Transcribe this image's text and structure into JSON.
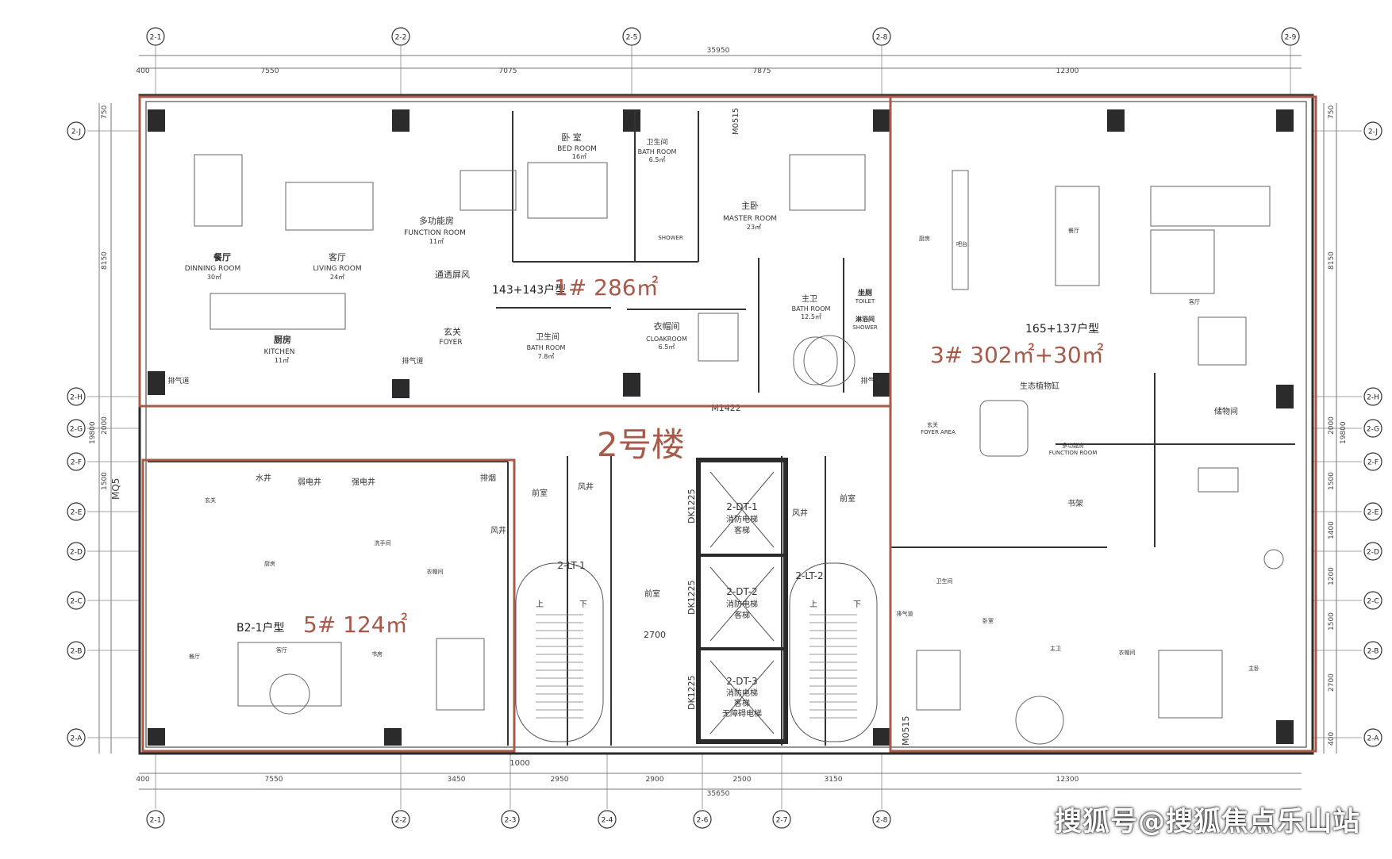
{
  "colors": {
    "unit_outline": "#a85a4a",
    "unit_label": "#a85a4a",
    "wall": "#2b2b2b",
    "line": "#555555",
    "dim": "#777777"
  },
  "grid_top": [
    "2-1",
    "2-2",
    "2-5",
    "2-8",
    "2-9"
  ],
  "grid_bottom": [
    "2-1",
    "2-2",
    "2-3",
    "2-4",
    "2-6",
    "2-7",
    "2-8"
  ],
  "grid_side": [
    "2-J",
    "2-H",
    "2-G",
    "2-F",
    "2-E",
    "2-D",
    "2-C",
    "2-B",
    "2-A"
  ],
  "dims_top": {
    "total": "35950",
    "segments": [
      "400",
      "7550",
      "7075",
      "7875",
      "12300"
    ]
  },
  "dims_bottom": {
    "total": "35650",
    "segments": [
      "400",
      "7550",
      "3450",
      "2950",
      "2900",
      "2500",
      "3150",
      "12300"
    ],
    "extra": "1000"
  },
  "dims_left": [
    "750",
    "8150",
    "2000",
    "1500"
  ],
  "dims_right": [
    "750",
    "8150",
    "2000",
    "1500",
    "1400",
    "1200",
    "1500",
    "2700",
    "400"
  ],
  "side_total": "19800",
  "units": {
    "unit1": {
      "type": "143+143户型",
      "label": "1# 286㎡"
    },
    "unit3": {
      "type": "165+137户型",
      "label": "3# 302㎡+30㎡"
    },
    "unit5": {
      "type": "B2-1户型",
      "label": "5# 124㎡"
    }
  },
  "building": "2号楼",
  "rooms": {
    "dining_cn": "餐厅",
    "dining_en": "DINNING ROOM",
    "dining_area": "30㎡",
    "living_cn": "客厅",
    "living_en": "LIVING ROOM",
    "living_area": "24㎡",
    "function_cn": "多功能房",
    "function_en": "FUNCTION ROOM",
    "function_area": "11㎡",
    "bed_cn": "卧 室",
    "bed_en": "BED ROOM",
    "bed_area": "16㎡",
    "bath_cn": "卫生间",
    "bath_en": "BATH ROOM",
    "bath_area": "6.5㎡",
    "master_cn": "主卧",
    "master_en": "MASTER ROOM",
    "master_area": "23㎡",
    "shower": "SHOWER",
    "screen": "通透屏风",
    "kitchen_cn": "厨房",
    "kitchen_en": "KITCHEN",
    "kitchen_area": "11㎡",
    "foyer_cn": "玄关",
    "foyer_en": "FOYER",
    "bath2_cn": "卫生间",
    "bath2_en": "BATH ROOM",
    "bath2_area": "7.8㎡",
    "cloak_cn": "衣帽间",
    "cloak_en": "CLOAKROOM",
    "cloak_area": "6.5㎡",
    "mbath_cn": "主卫",
    "mbath_en": "BATH ROOM",
    "mbath_area": "12.5㎡",
    "toilet_cn": "坐厕",
    "toilet_en": "TOILET",
    "shower_cn": "淋浴间",
    "pipe": "排气道",
    "m1422": "M1422",
    "m0515": "M0515",
    "mq5": "MQ5",
    "storage": "储物间",
    "eco": "生态植物缸",
    "study": "书架",
    "front_room": "前室",
    "wind": "风井",
    "shaft_water": "水井",
    "shaft_weak": "弱电井",
    "shaft_strong": "强电井",
    "exhaust": "排烟",
    "stair1": "2-LT-1",
    "stair2": "2-LT-2",
    "up": "上",
    "down": "下",
    "lift1": "2-DT-1",
    "lift2": "2-DT-2",
    "lift3": "2-DT-3",
    "lift_fire": "消防电梯",
    "lift_guest": "客梯",
    "lift_barrier": "无障碍电梯",
    "dk": "DK1225",
    "width_2700": "2700",
    "u5_foyer": "玄关",
    "u5_kitchen": "厨房",
    "u5_wash": "洗手间",
    "u5_closet": "衣帽间",
    "u5_dining": "餐厅",
    "u5_meeting": "客厅",
    "u5_library": "书房",
    "u3_kitchen": "厨房",
    "u3_bar": "吧台",
    "u3_dining": "餐厅",
    "u3_living": "客厅",
    "u3_foyer": "玄关",
    "u3_foyer_en": "FOYER AREA",
    "u3_function": "多功能房",
    "u3_function_en": "FUNCTION ROOM",
    "u3_bed": "卧室",
    "u3_bath": "卫生间",
    "u3_master_bath": "主卫",
    "u3_walkin": "衣帽间",
    "u3_master": "主卧"
  },
  "watermark": "搜狐号@搜狐焦点乐山站"
}
